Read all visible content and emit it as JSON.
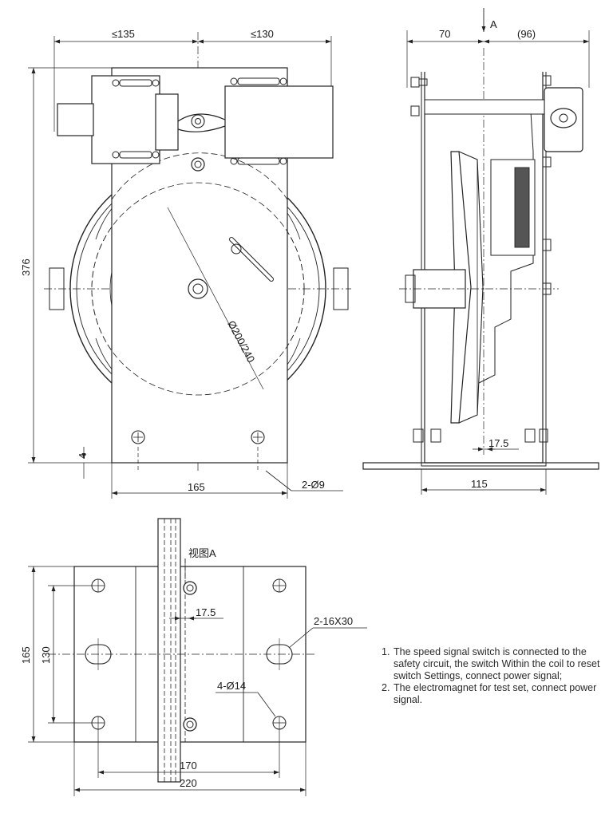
{
  "front_view": {
    "dim_top_left": "≤135",
    "dim_top_right": "≤130",
    "dim_height": "376",
    "dim_plate": "4",
    "dim_width": "165",
    "diameter_label": "Ø200/240",
    "holes_label": "2-Ø9"
  },
  "side_view": {
    "dim_70": "70",
    "dim_96": "(96)",
    "view_arrow_label": "A",
    "dim_17_5": "17.5",
    "dim_115": "115"
  },
  "bottom_view": {
    "view_label": "视图A",
    "dim_17_5": "17.5",
    "slot_label": "2-16X30",
    "dim_165": "165",
    "dim_130": "130",
    "holes_label": "4-Ø14",
    "dim_170": "170",
    "dim_220": "220"
  },
  "notes": [
    {
      "num": "1.",
      "text": "The speed signal switch is connected to the safety circuit, the switch Within the coil to reset switch Settings, connect power signal;"
    },
    {
      "num": "2.",
      "text": "The electromagnet for test set, connect power signal."
    }
  ]
}
